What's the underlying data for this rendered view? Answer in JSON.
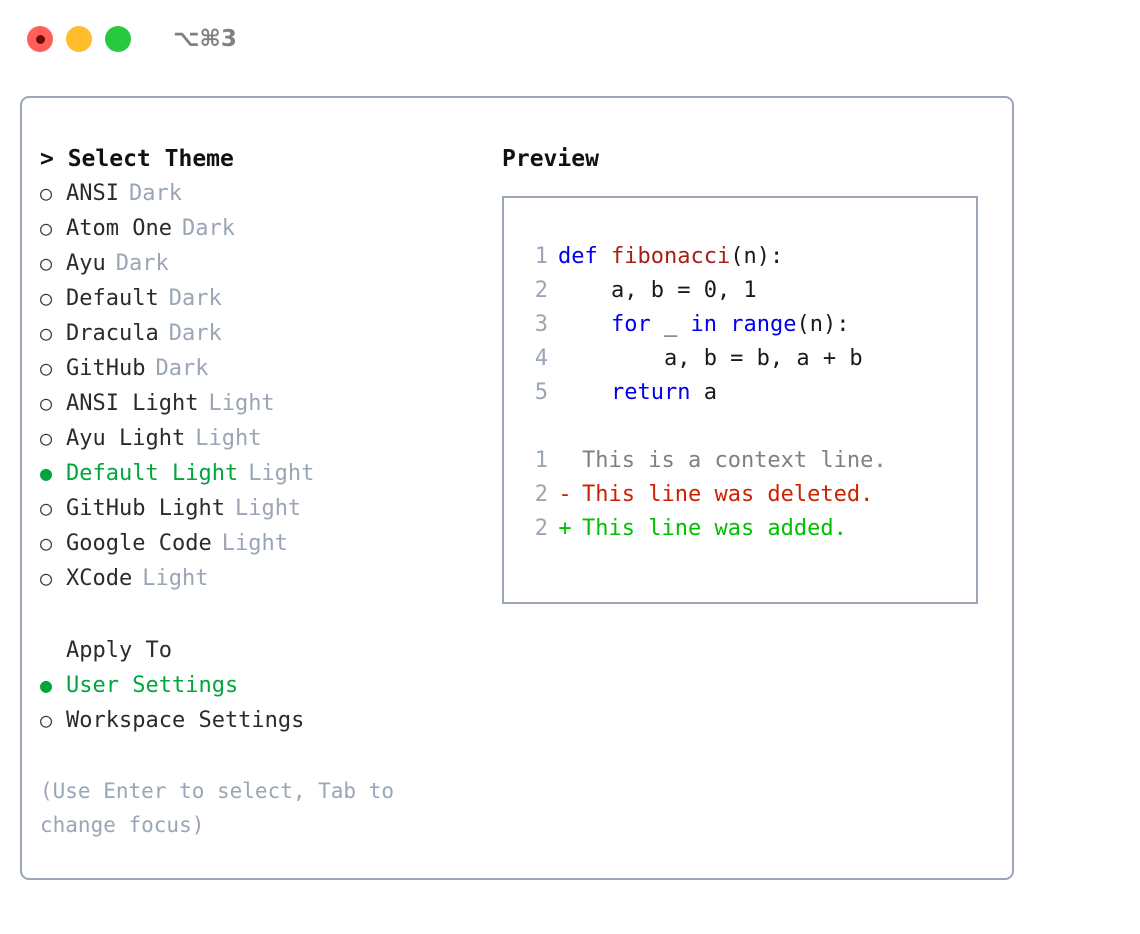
{
  "titlebar": {
    "shortcut": "⌥⌘3",
    "lights": [
      {
        "name": "close",
        "color": "#ff5f57"
      },
      {
        "name": "minimize",
        "color": "#ffbd2e"
      },
      {
        "name": "maximize",
        "color": "#28c840"
      }
    ]
  },
  "theme_picker": {
    "header": "> Select Theme",
    "marker_selected": "●",
    "marker_unselected": "○",
    "items": [
      {
        "name": "ANSI",
        "badge": "Dark",
        "selected": false
      },
      {
        "name": "Atom One",
        "badge": "Dark",
        "selected": false
      },
      {
        "name": "Ayu",
        "badge": "Dark",
        "selected": false
      },
      {
        "name": "Default",
        "badge": "Dark",
        "selected": false
      },
      {
        "name": "Dracula",
        "badge": "Dark",
        "selected": false
      },
      {
        "name": "GitHub",
        "badge": "Dark",
        "selected": false
      },
      {
        "name": "ANSI Light",
        "badge": "Light",
        "selected": false
      },
      {
        "name": "Ayu Light",
        "badge": "Light",
        "selected": false
      },
      {
        "name": "Default Light",
        "badge": "Light",
        "selected": true
      },
      {
        "name": "GitHub Light",
        "badge": "Light",
        "selected": false
      },
      {
        "name": "Google Code",
        "badge": "Light",
        "selected": false
      },
      {
        "name": "XCode",
        "badge": "Light",
        "selected": false
      }
    ]
  },
  "apply_to": {
    "header": "Apply To",
    "options": [
      {
        "label": "User Settings",
        "selected": true
      },
      {
        "label": "Workspace Settings",
        "selected": false
      }
    ]
  },
  "hint": "(Use Enter to select, Tab to change focus)",
  "preview": {
    "title": "Preview",
    "code_lines": [
      {
        "no": "1",
        "tokens": [
          {
            "t": "def ",
            "k": "kw"
          },
          {
            "t": "fibonacci",
            "k": "fn"
          },
          {
            "t": "(n):",
            "k": "plain"
          }
        ]
      },
      {
        "no": "2",
        "tokens": [
          {
            "t": "    a, b = 0, 1",
            "k": "plain"
          }
        ]
      },
      {
        "no": "3",
        "tokens": [
          {
            "t": "    ",
            "k": "plain"
          },
          {
            "t": "for",
            "k": "kw"
          },
          {
            "t": " _ ",
            "k": "plain"
          },
          {
            "t": "in ",
            "k": "kw"
          },
          {
            "t": "range",
            "k": "kw"
          },
          {
            "t": "(n):",
            "k": "plain"
          }
        ]
      },
      {
        "no": "4",
        "tokens": [
          {
            "t": "        a, b = b, a + b",
            "k": "plain"
          }
        ]
      },
      {
        "no": "5",
        "tokens": [
          {
            "t": "    ",
            "k": "plain"
          },
          {
            "t": "return",
            "k": "kw"
          },
          {
            "t": " a",
            "k": "plain"
          }
        ]
      }
    ],
    "diff_lines": [
      {
        "no": "1",
        "sign": " ",
        "text": "This is a context line.",
        "kind": "ctx"
      },
      {
        "no": "2",
        "sign": "-",
        "text": "This line was deleted.",
        "kind": "del"
      },
      {
        "no": "2",
        "sign": "+",
        "text": "This line was added.",
        "kind": "add"
      }
    ]
  },
  "colors": {
    "accent_green": "#00a63c",
    "badge_gray": "#9aa5b5",
    "border": "#9aa5b5",
    "keyword_blue": "#0000ee",
    "function_red": "#a52019",
    "diff_deleted": "#cc2200",
    "diff_added": "#00c000",
    "diff_context": "#808080"
  }
}
